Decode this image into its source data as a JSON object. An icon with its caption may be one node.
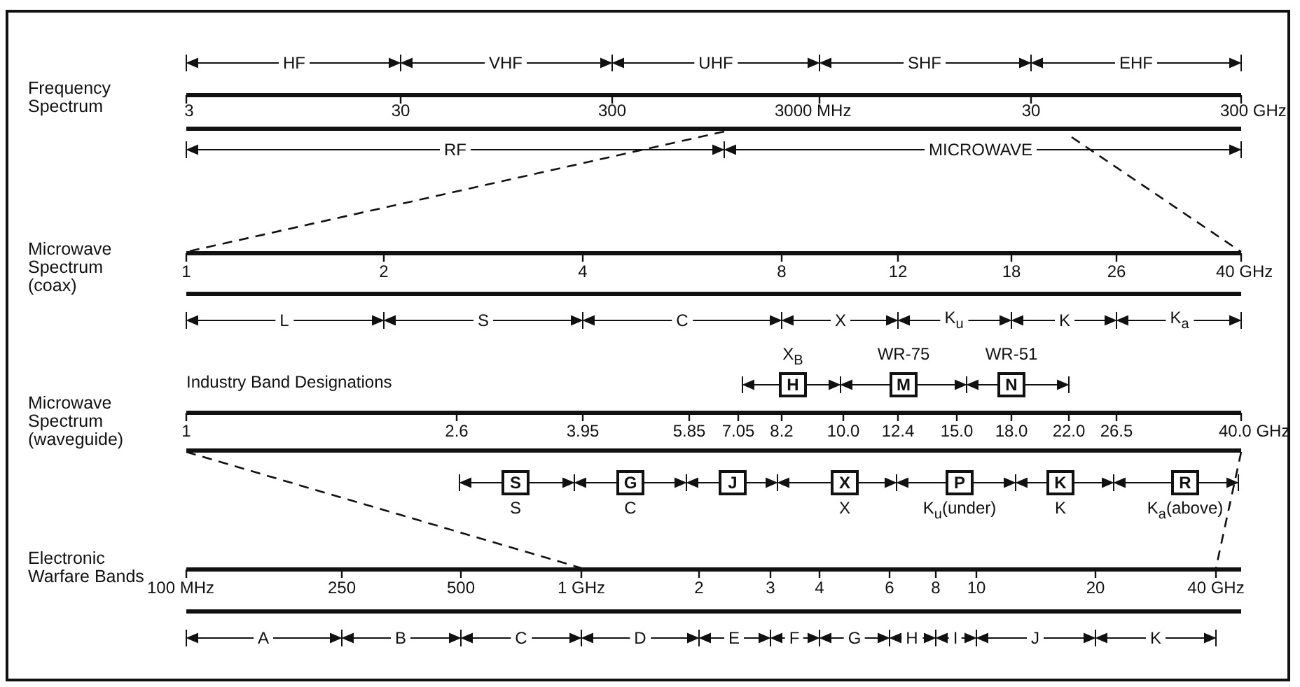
{
  "diagram": {
    "nodes": [
      {
        "text": [
          "H"
        ],
        "beside": [
          "X$_{B}$"
        ]
      },
      {
        "text": [
          "M"
        ],
        "beside": [
          "WR-75"
        ]
      },
      {
        "text": [
          "N"
        ],
        "beside": [
          "WR-51"
        ]
      },
      {
        "text": [
          "S"
        ],
        "beside": [
          "S"
        ]
      },
      {
        "text": [
          "G"
        ],
        "beside": [
          "C"
        ]
      },
      {
        "text": [
          "J"
        ]
      },
      {
        "text": [
          "X"
        ],
        "beside": [
          "X"
        ]
      },
      {
        "text": [
          "P"
        ],
        "beside": [
          "K$_{u}$(under)"
        ]
      },
      {
        "text": [
          "K"
        ],
        "beside": [
          "K"
        ]
      },
      {
        "text": [
          "R"
        ],
        "beside": [
          "K$_{a}$(above)"
        ]
      }
    ],
    "labels": [
      "Frequency Spectrum",
      "HF",
      "VHF",
      "UHF",
      "SHF",
      "EHF",
      "3",
      "30",
      "300",
      "3000 MHz",
      "30",
      "300 GHz",
      "RF",
      "MICROWAVE",
      "Microwave Spectrum (coax)",
      "1",
      "2",
      "4",
      "8",
      "12",
      "18",
      "26",
      "40 GHz",
      "L",
      "S",
      "C",
      "X",
      "K$_{u}$",
      "K",
      "K$_{a}$",
      "Industry Band Designations",
      "Microwave Spectrum (waveguide)",
      "1",
      "2.6",
      "3.95",
      "5.85",
      "7.05",
      "8.2",
      "10.0",
      "12.4",
      "15.0",
      "18.0",
      "22.0",
      "26.5",
      "40.0 GHz",
      "Electronic Warfare Bands",
      "100 MHz",
      "250",
      "500",
      "1 GHz",
      "2",
      "3",
      "4",
      "6",
      "8",
      "10",
      "20",
      "40 GHz",
      "A",
      "B",
      "C",
      "D",
      "E",
      "F",
      "G",
      "H",
      "I",
      "J",
      "K"
    ]
  }
}
